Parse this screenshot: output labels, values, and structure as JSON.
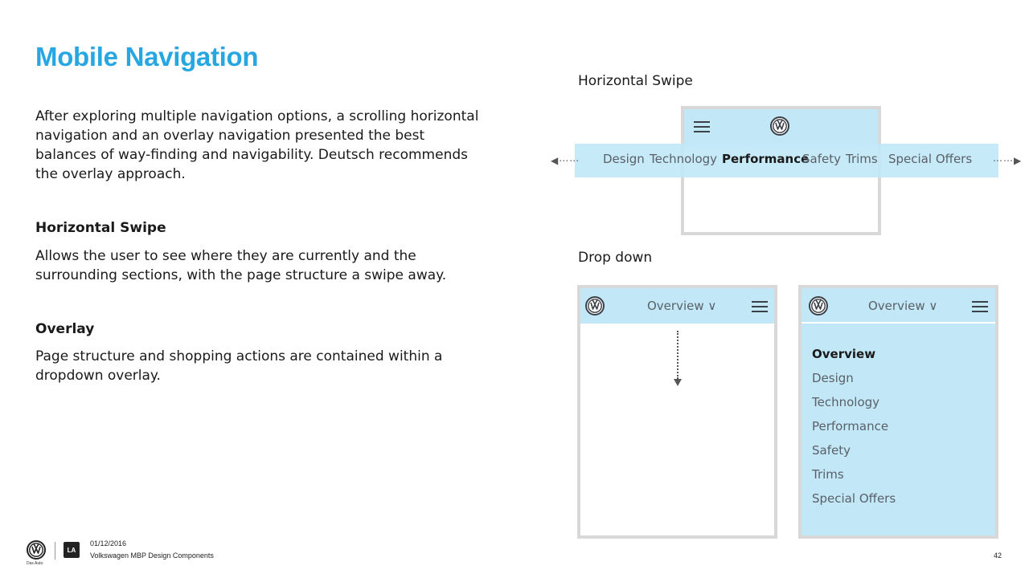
{
  "slide": {
    "title": "Mobile Navigation",
    "intro": "After exploring multiple navigation options, a scrolling horizontal navigation and an overlay navigation presented the best balances of way-finding and navigability. Deutsch recommends the overlay approach.",
    "sections": [
      {
        "heading": "Horizontal Swipe",
        "body": "Allows the user to see where they are currently and the surrounding sections, with the page structure a swipe away."
      },
      {
        "heading": "Overlay",
        "body": "Page structure and shopping actions are contained within a dropdown overlay."
      }
    ]
  },
  "swipe_demo": {
    "label": "Horizontal Swipe",
    "nav_items": [
      "Design",
      "Technology",
      "Performance",
      "Safety",
      "Trims",
      "Special Offers"
    ],
    "active_item": "Performance",
    "arrow_left": "◀⋯⋯",
    "arrow_right": "⋯⋯▶"
  },
  "dropdown_demo": {
    "label": "Drop down",
    "closed_title": "Overview  ∨",
    "open_title": "Overview ∨",
    "menu_items": [
      "Overview",
      "Design",
      "Technology",
      "Performance",
      "Safety",
      "Trims",
      "Special Offers"
    ],
    "selected_item": "Overview"
  },
  "footer": {
    "brand_tagline": "Das Auto.",
    "agency_badge": "LA",
    "date": "01/12/2016",
    "doc_name": "Volkswagen MBP Design Components",
    "page_number": "42"
  },
  "colors": {
    "accent": "#27a7e1",
    "nav_highlight": "#c2e8f8",
    "phone_frame": "#d8d8d8"
  },
  "icons": [
    "vw-logo-icon",
    "hamburger-menu-icon",
    "arrow-left-icon",
    "arrow-right-icon",
    "arrow-down-icon"
  ]
}
